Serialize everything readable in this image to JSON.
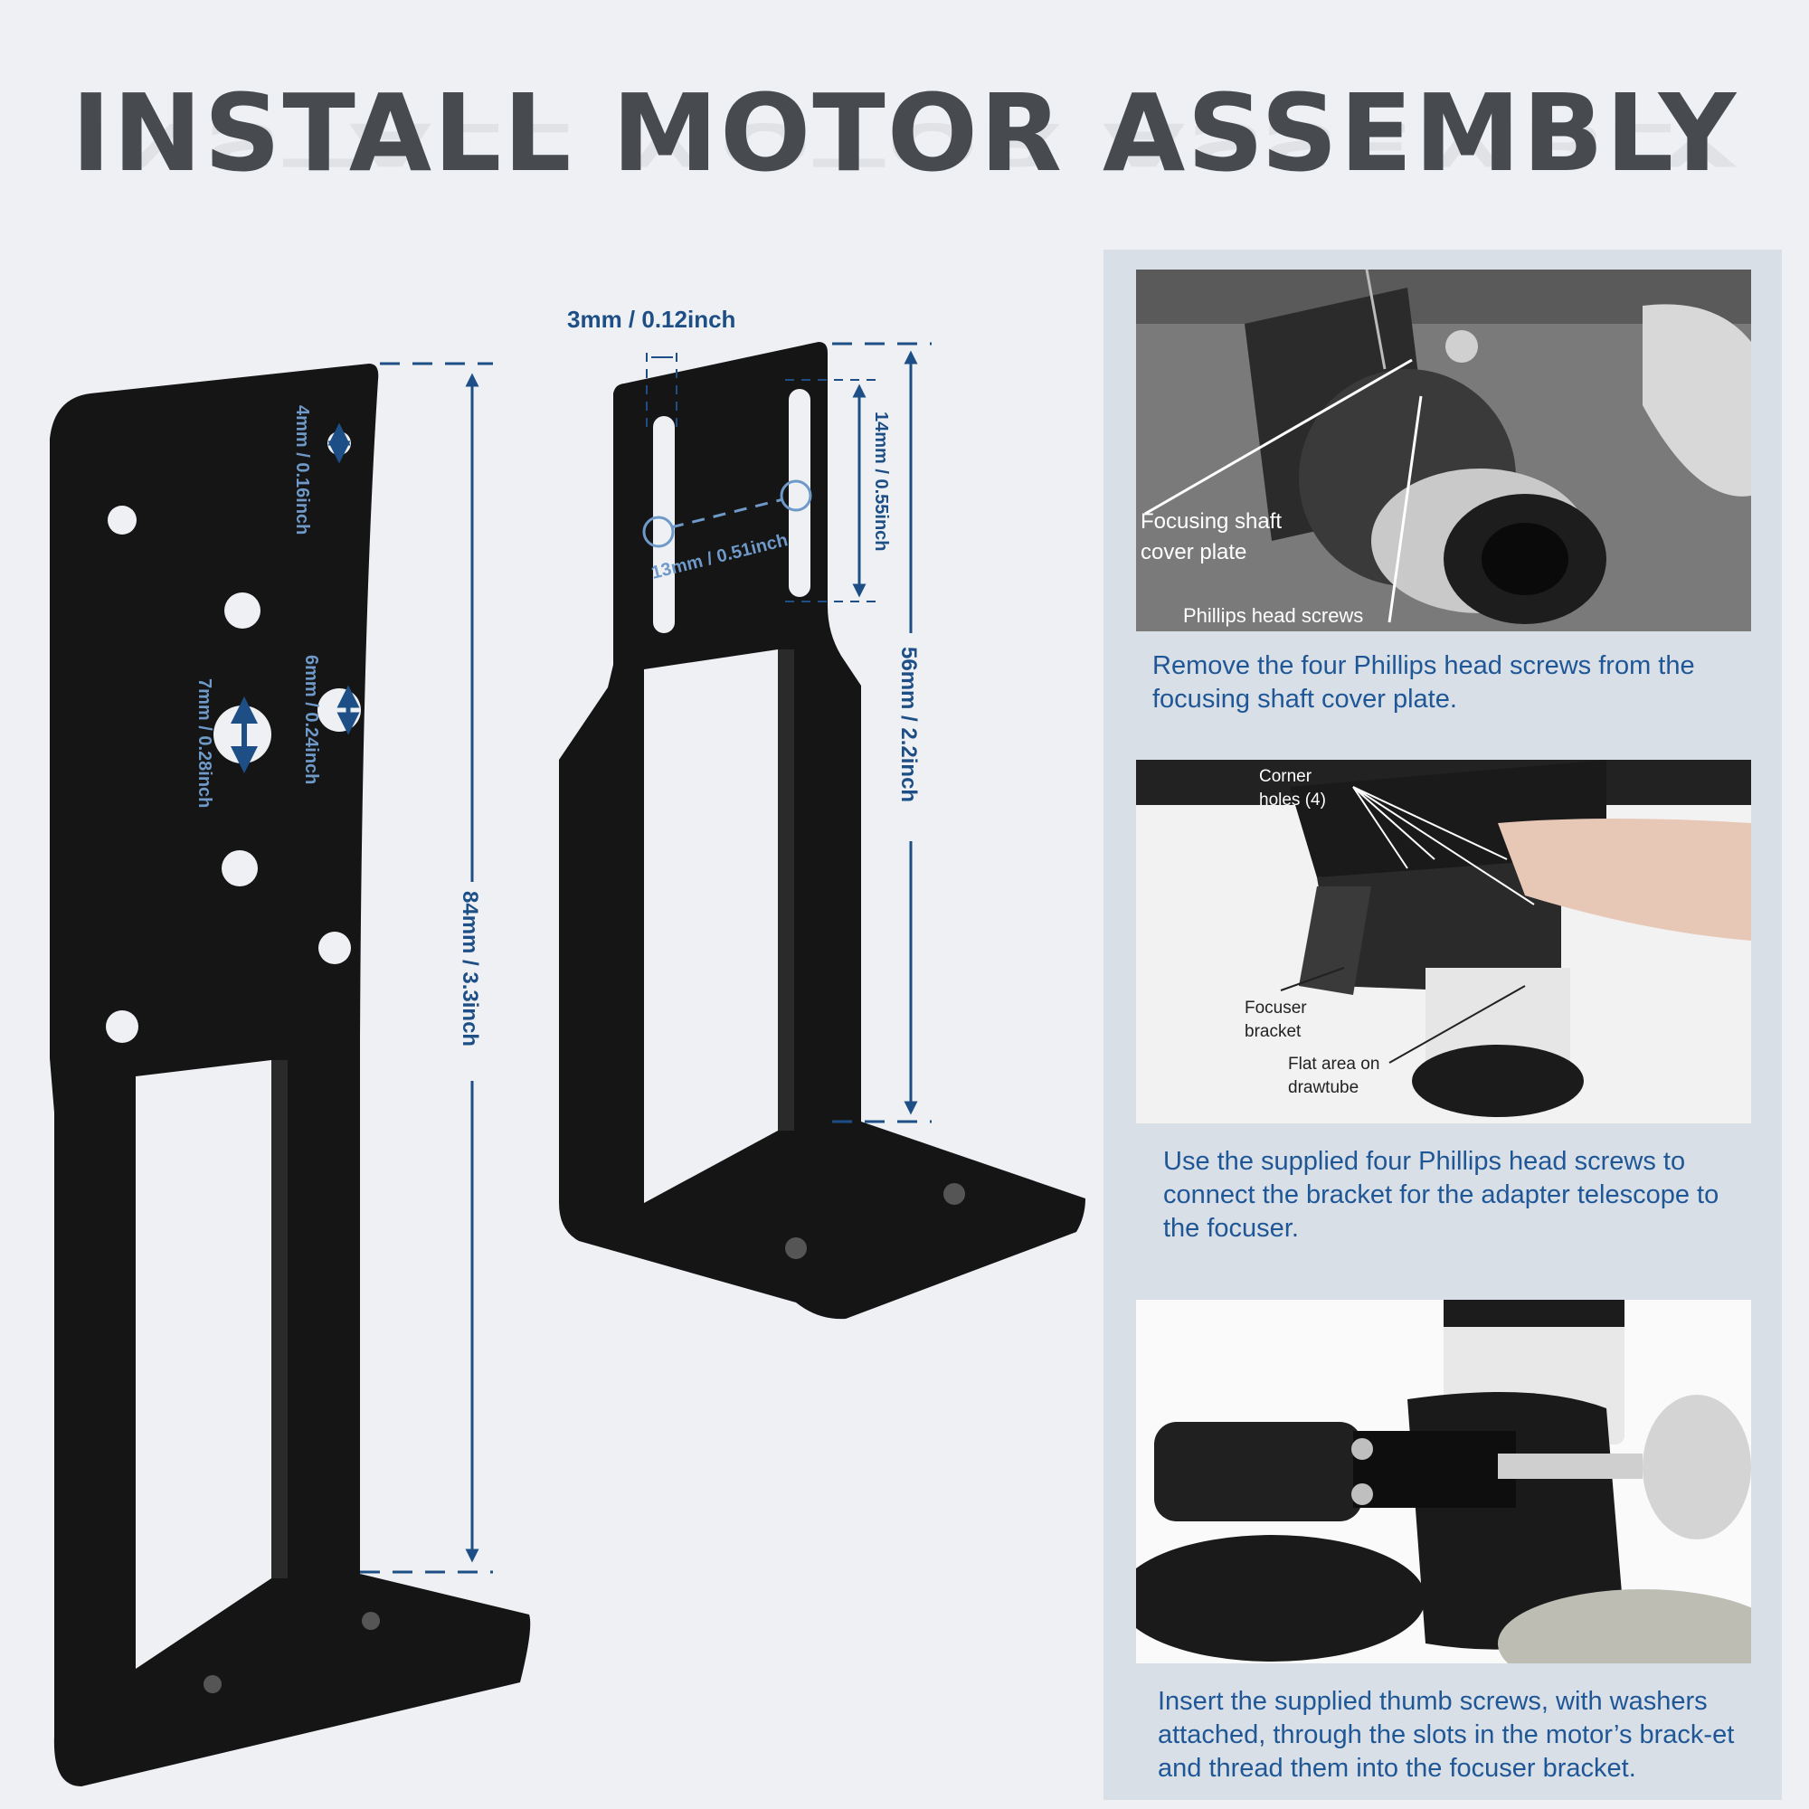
{
  "title": "INSTALL MOTOR ASSEMBLY",
  "left_bracket": {
    "height_label": "84mm / 3.3inch",
    "hole_small_label": "4mm / 0.16inch",
    "hole_medium_label": "6mm / 0.24inch",
    "hole_large_label": "7mm / 0.28inch"
  },
  "right_bracket": {
    "thickness_label": "3mm / 0.12inch",
    "slot_length_label": "14mm / 0.55inch",
    "slot_spacing_label": "13mm / 0.51inch",
    "height_label": "56mm / 2.2inch"
  },
  "steps": [
    {
      "caption": "Remove the four Phillips head screws from the focusing shaft cover plate.",
      "labels": [
        "Focusing  shaft\ncover plate",
        "Phillips head screws"
      ]
    },
    {
      "caption": "Use the supplied four Phillips head screws to connect the bracket for the adapter telescope to the focuser.",
      "labels": [
        "Corner\nholes (4)",
        "Focuser\nbracket",
        "Flat area on\ndrawtube"
      ]
    },
    {
      "caption": "Insert the supplied thumb screws, with washers attached, through the slots in the motor’s brack-et and thread them into the focuser bracket.",
      "labels": []
    }
  ],
  "colors": {
    "background": "#eef0f3",
    "panel": "#d9dfe7",
    "accent": "#1d4f86",
    "caption": "#1f5796",
    "title": "#474a4f",
    "metal": "#141414"
  }
}
